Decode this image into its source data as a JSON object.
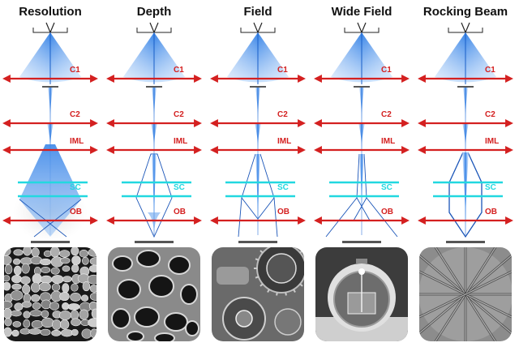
{
  "modes": [
    {
      "title": "Resolution",
      "sample": "grains-sample-image"
    },
    {
      "title": "Depth",
      "sample": "porous-structure-sample-image"
    },
    {
      "title": "Field",
      "sample": "watch-gear-sample-image"
    },
    {
      "title": "Wide Field",
      "sample": "alarm-clock-sample-image"
    },
    {
      "title": "Rocking Beam",
      "sample": "channeling-pattern-sample-image"
    }
  ],
  "lens_labels": [
    "C1",
    "C2",
    "IML",
    "SC",
    "OB"
  ],
  "colors": {
    "arrow": "#d42020",
    "scan_coil": "#22d8e0",
    "beam_dark": "#2f7fe6",
    "beam_light": "#cfe3fb",
    "stage": "#555555"
  }
}
